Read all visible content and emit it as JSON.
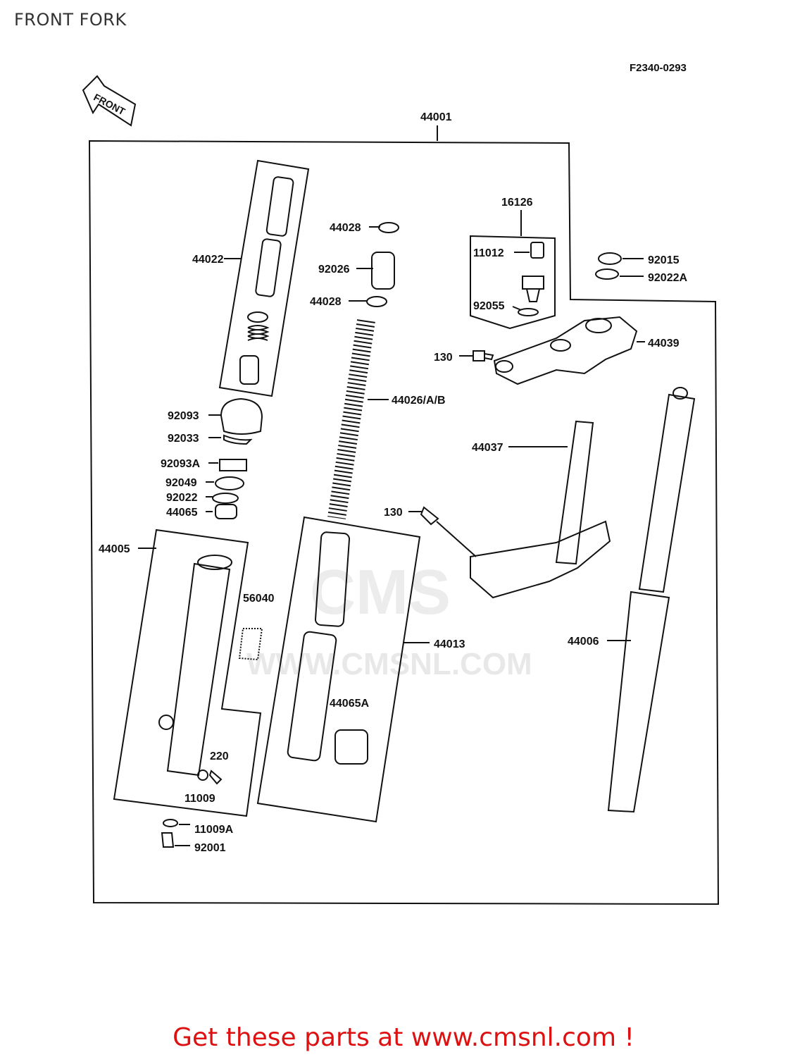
{
  "title": "FRONT FORK",
  "diagram_code": "F2340-0293",
  "front_arrow_label": "FRONT",
  "promo_text": "Get these parts at www.cmsnl.com !",
  "watermark": {
    "logo": "CMS",
    "url": "WWW.CMSNL.COM"
  },
  "colors": {
    "promo": "#dd1111",
    "line": "#111111"
  },
  "parts": {
    "p44001": "44001",
    "p44022": "44022",
    "p44028a": "44028",
    "p92026": "92026",
    "p44028b": "44028",
    "p16126": "16126",
    "p11012": "11012",
    "p92055": "92055",
    "p92015": "92015",
    "p92022A": "92022A",
    "p44039": "44039",
    "p130a": "130",
    "p92093": "92093",
    "p44026": "44026/A/B",
    "p92033": "92033",
    "p92093A": "92093A",
    "p92049": "92049",
    "p92022": "92022",
    "p44065": "44065",
    "p44037": "44037",
    "p130b": "130",
    "p44005": "44005",
    "p56040": "56040",
    "p44013": "44013",
    "p44006": "44006",
    "p44065A": "44065A",
    "p220": "220",
    "p11009": "11009",
    "p11009A": "11009A",
    "p92001": "92001"
  }
}
